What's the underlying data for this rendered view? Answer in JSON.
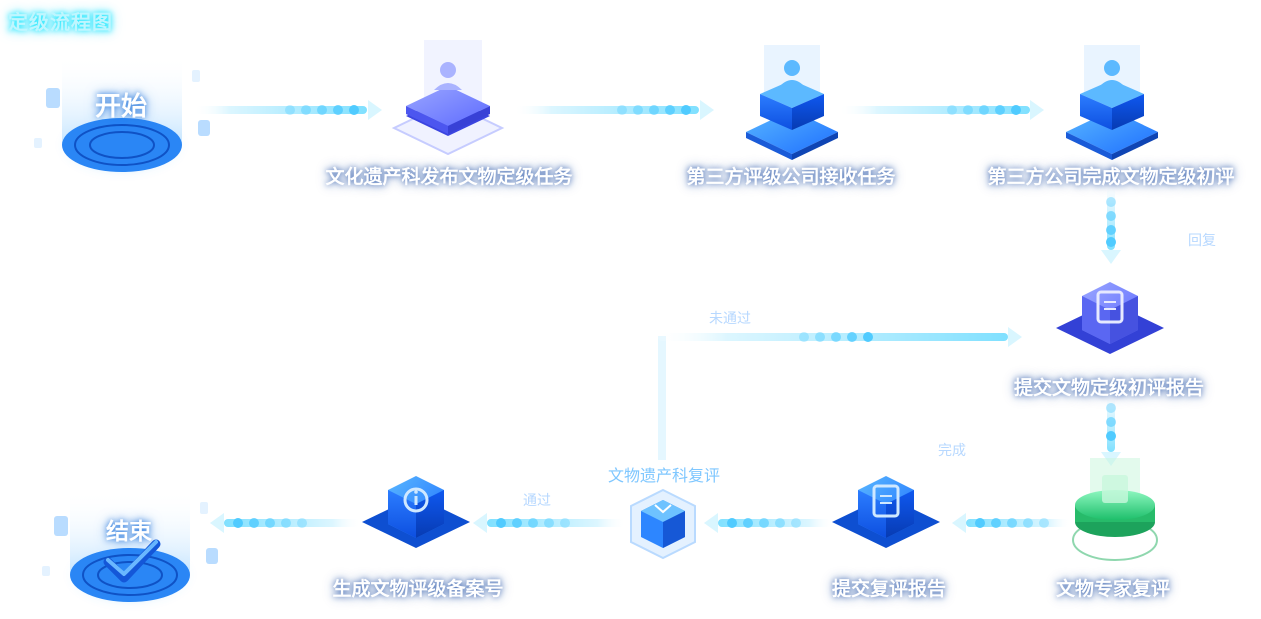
{
  "title": "定级流程图",
  "nodes": {
    "start": "开始",
    "publish": "文化遗产科发布文物定级任务",
    "receive": "第三方评级公司接收任务",
    "initial": "第三方公司完成文物定级初评",
    "submit_initial": "提交文物定级初评报告",
    "expert": "文物专家复评",
    "submit_review": "提交复评报告",
    "heritage_review": "文物遗产科复评",
    "generate": "生成文物评级备案号",
    "end": "结束"
  },
  "edge_labels": {
    "reply": "回复",
    "not_passed": "未通过",
    "complete": "完成",
    "passed": "通过"
  },
  "colors": {
    "blue": "#2f8cff",
    "cyan": "#63d6ff",
    "purple": "#6d7cff",
    "green": "#2fcc77"
  }
}
